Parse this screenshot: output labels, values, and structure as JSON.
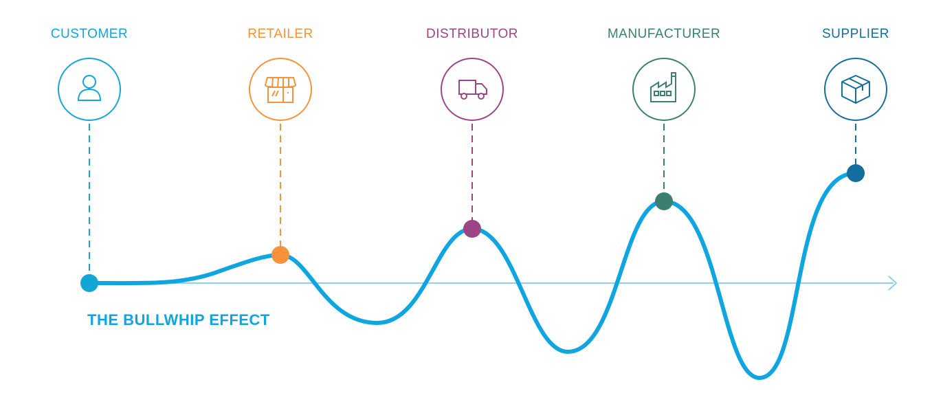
{
  "title": "THE BULLWHIP EFFECT",
  "colors": {
    "wave": "#0ea5e0",
    "axis": "#8fd0f0",
    "customer": "#12a6d6",
    "retailer": "#f7923a",
    "distributor": "#9b4585",
    "manufacturer": "#3b7e72",
    "supplier": "#126e9c"
  },
  "stages": [
    {
      "key": "customer",
      "label": "CUSTOMER",
      "icon": "user-icon"
    },
    {
      "key": "retailer",
      "label": "RETAILER",
      "icon": "store-icon"
    },
    {
      "key": "distributor",
      "label": "DISTRIBUTOR",
      "icon": "truck-icon"
    },
    {
      "key": "manufacturer",
      "label": "MANUFACTURER",
      "icon": "factory-icon"
    },
    {
      "key": "supplier",
      "label": "SUPPLIER",
      "icon": "box-icon"
    }
  ]
}
